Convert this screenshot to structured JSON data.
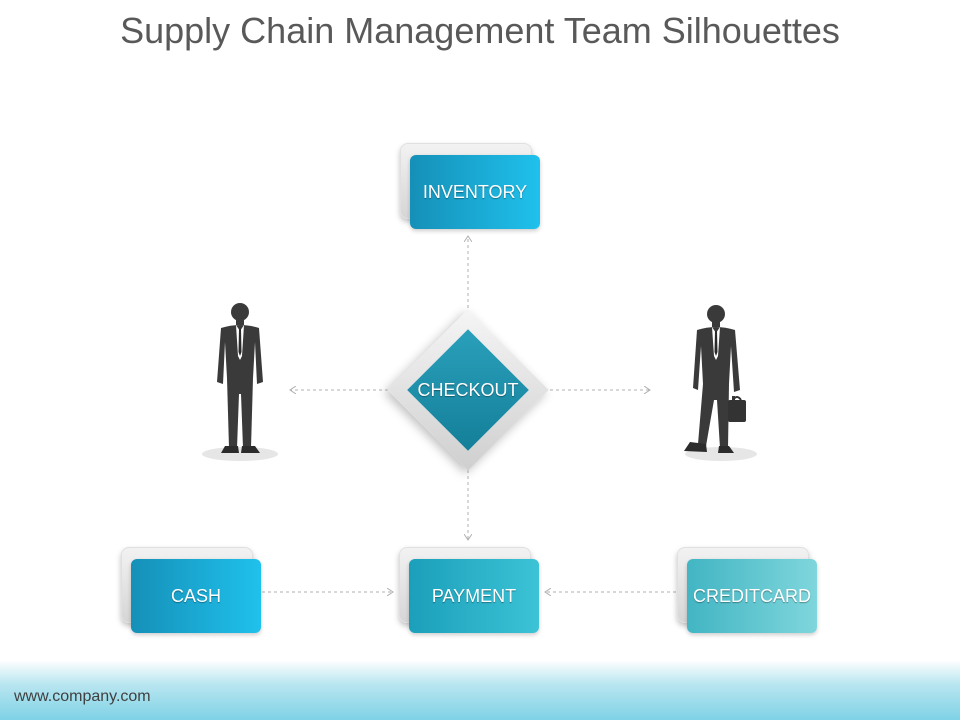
{
  "slide": {
    "title": "Supply Chain Management Team Silhouettes",
    "footer_url": "www.company.com"
  },
  "nodes": {
    "inventory": {
      "label": "INVENTORY"
    },
    "checkout": {
      "label": "CHECKOUT"
    },
    "cash": {
      "label": "CASH"
    },
    "payment": {
      "label": "PAYMENT"
    },
    "creditcard": {
      "label": "CREDITCARD"
    }
  },
  "colors": {
    "title_text": "#595959",
    "connector": "#b0b0b0",
    "silhouette": "#3a3a3a",
    "inventory_fill": "#1bb7e4",
    "cash_fill": "#1bb7e4",
    "payment_fill": "#2db3cc",
    "creditcard_fill": "#5bc6cf",
    "checkout_fill": "#1d93b0"
  },
  "icons": {
    "left_figure": "businessman-silhouette-icon",
    "right_figure": "businessman-with-briefcase-silhouette-icon"
  }
}
